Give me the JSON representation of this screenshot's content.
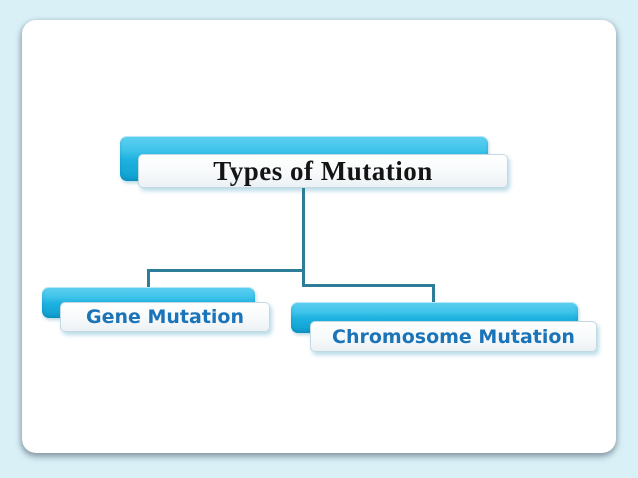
{
  "diagram": {
    "type": "hierarchy",
    "root": {
      "label": "Types of Mutation"
    },
    "children": [
      {
        "label": "Gene Mutation"
      },
      {
        "label": "Chromosome Mutation"
      }
    ]
  },
  "colors": {
    "background": "#DAF0F7",
    "card": "#FFFFFF",
    "bar_top": "#5FD0F0",
    "bar_bottom": "#0F9FCF",
    "connector": "#2E7D98",
    "root_text": "#141414",
    "child_text": "#1C74B8"
  }
}
